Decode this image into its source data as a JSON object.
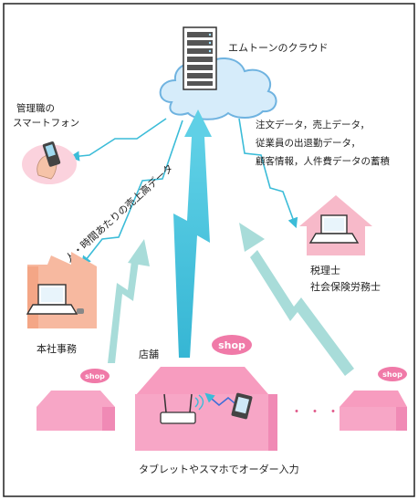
{
  "labels": {
    "cloud": "エムトーンのクラウド",
    "manager_line1": "管理職の",
    "manager_line2": "スマートフォン",
    "sales_per_hour": "人・時間あたりの売上高データ",
    "data_line1": "注文データ，売上データ，",
    "data_line2": "従業員の出退勤データ，",
    "data_line3": "顧客情報，人件費データの蓄積",
    "tax_line1": "税理士",
    "tax_line2": "社会保険労務士",
    "head_office": "本社事務",
    "store": "店舗",
    "tablet_order": "タブレットやスマホでオーダー入力",
    "shop_big": "shop",
    "shop_small_left": "shop",
    "shop_small_right": "shop",
    "ellipsis": "・・・"
  },
  "icons": {
    "server": "server-rack-icon",
    "cloud": "cloud-icon",
    "smartphone": "hand-holding-smartphone-icon",
    "laptop_head": "laptop-icon",
    "laptop_tax": "laptop-icon",
    "router": "wifi-router-icon",
    "tablet": "tablet-icon"
  },
  "colors": {
    "border": "#222222",
    "cloud_fill": "#d6ecfa",
    "cloud_stroke": "#6fb3e0",
    "arrow_teal": "#3bbcd8",
    "arrow_pale": "#a8dcd9",
    "house_pink": "#f7a6c6",
    "house_pink_dark": "#f08ab5",
    "office_salmon": "#f7b9a0",
    "shop_badge": "#f07aa8"
  }
}
